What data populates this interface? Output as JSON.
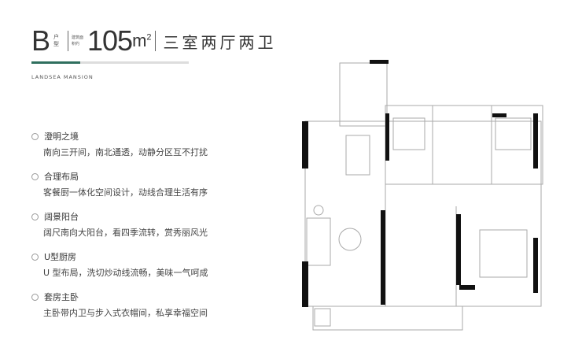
{
  "header": {
    "unit_type": "B",
    "unit_label": "户型",
    "area_label": "建筑面积约",
    "area_value": "105",
    "area_unit": "m",
    "area_sup": "2",
    "layout": "三室两厅两卫",
    "brand": "LANDSEA MANSION",
    "accent": "#2f6f5e"
  },
  "features": [
    {
      "title": "澄明之境",
      "desc": "南向三开间，南北通透，动静分区互不打扰"
    },
    {
      "title": "合理布局",
      "desc": "客餐厨一体化空间设计，动线合理生活有序"
    },
    {
      "title": "阔景阳台",
      "desc": "阔尺南向大阳台，看四季流转，赏秀丽风光"
    },
    {
      "title": "U型厨房",
      "desc": "U 型布局，洗切炒动线流畅，美味一气呵成"
    },
    {
      "title": "套房主卧",
      "desc": "主卧带内卫与步入式衣帽间，私享幸福空间"
    }
  ]
}
